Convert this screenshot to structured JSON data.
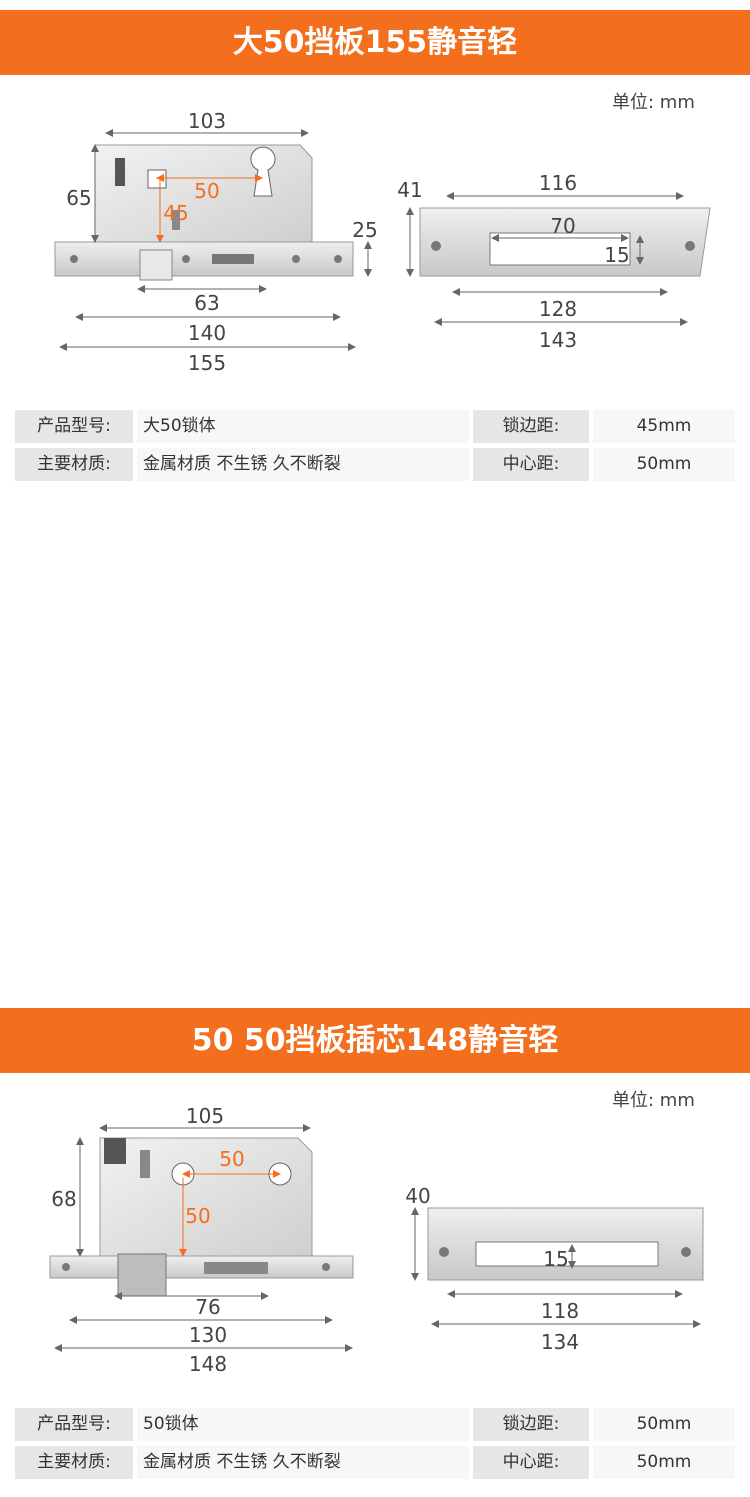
{
  "unit_label": "单位: mm",
  "section1": {
    "title": "大50挡板155静音轻",
    "dims": {
      "top": "103",
      "height": "65",
      "center": "50",
      "backset": "45",
      "faceplate_h": "25",
      "inner": "63",
      "body": "140",
      "overall": "155",
      "strike_h": "41",
      "strike_top": "116",
      "strike_slot": "70",
      "strike_slot_h": "15",
      "strike_holes": "128",
      "strike_overall": "143"
    },
    "specs": [
      {
        "label": "产品型号:",
        "value": "大50锁体",
        "label2": "锁边距:",
        "value2": "45mm"
      },
      {
        "label": "主要材质:",
        "value": "金属材质 不生锈 久不断裂",
        "label2": "中心距:",
        "value2": "50mm"
      }
    ]
  },
  "section2": {
    "title": "50 50挡板插芯148静音轻",
    "dims": {
      "top": "105",
      "height": "68",
      "center": "50",
      "backset": "50",
      "inner": "76",
      "body": "130",
      "overall": "148",
      "strike_h": "40",
      "strike_slot_h": "15",
      "strike_holes": "118",
      "strike_overall": "134"
    },
    "specs": [
      {
        "label": "产品型号:",
        "value": "50锁体",
        "label2": "锁边距:",
        "value2": "50mm"
      },
      {
        "label": "主要材质:",
        "value": "金属材质 不生锈 久不断裂",
        "label2": "中心距:",
        "value2": "50mm"
      }
    ]
  },
  "colors": {
    "banner": "#f36f1e",
    "accent": "#f36f1e",
    "dim_line": "#666666"
  }
}
